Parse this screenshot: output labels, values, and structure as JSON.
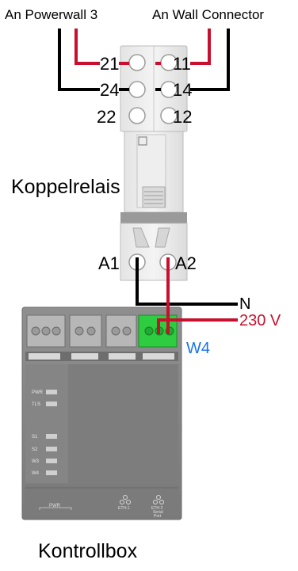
{
  "labels": {
    "powerwall": "An Powerwall 3",
    "wall_connector": "An Wall Connector",
    "relay": "Koppelrelais",
    "control_box": "Kontrollbox",
    "neutral": "N",
    "voltage": "230 V",
    "w4": "W4"
  },
  "relay_terminals": {
    "t21": "21",
    "t11": "11",
    "t24": "24",
    "t14": "14",
    "t22": "22",
    "t12": "12",
    "a1": "A1",
    "a2": "A2"
  },
  "control_box_labels": {
    "pwr": "PWR",
    "tls": "TLS",
    "s1": "S1",
    "s2": "S2",
    "w3": "W3",
    "w4": "W4",
    "port_pwr": "PWR",
    "eth1": "ETH-1",
    "eth2": "ETH-2",
    "serial": "Serial",
    "port": "Port"
  },
  "colors": {
    "wire_red": "#c8102e",
    "wire_black": "#000000",
    "accent_blue": "#1a73e8",
    "terminal_green": "#2ecc40",
    "device_gray": "#9a9a9a"
  }
}
